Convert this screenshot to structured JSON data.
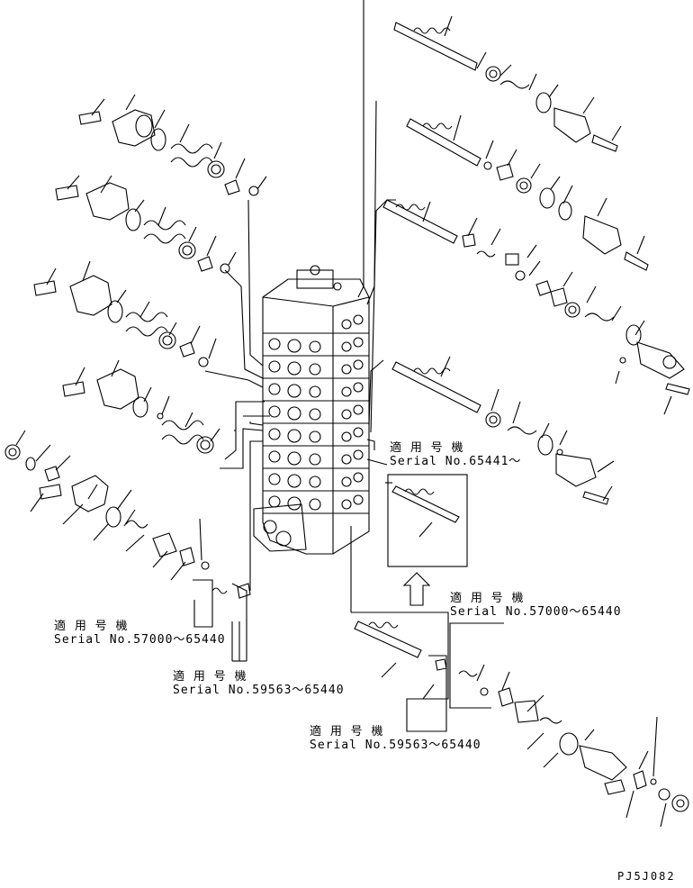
{
  "labels": {
    "a": {
      "applicable": "適 用 号 機",
      "serial": "Serial No.65441～"
    },
    "b": {
      "applicable": "適 用 号 機",
      "serial": "Serial No.57000～65440"
    },
    "c": {
      "applicable": "適 用 号 機",
      "serial": "Serial No.57000～65440"
    },
    "d": {
      "applicable": "適 用 号 機",
      "serial": "Serial No.59563～65440"
    },
    "e": {
      "applicable": "適 用 号 機",
      "serial": "Serial No.59563～65440"
    }
  },
  "drawing_code": "PJ5J082",
  "colors": {
    "line": "#000000",
    "background": "#ffffff"
  }
}
